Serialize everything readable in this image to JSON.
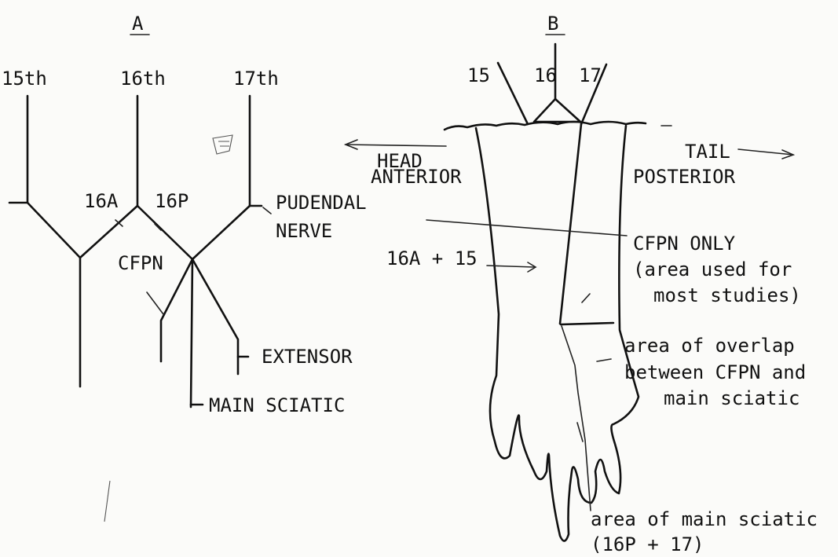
{
  "panel_a": {
    "title": "A",
    "nerves": [
      "15th",
      "16th",
      "17th"
    ],
    "labels": {
      "n16a": "16A",
      "n16p": "16P",
      "pudendal_1": "PUDENDAL",
      "pudendal_2": "NERVE",
      "cfpn": "CFPN",
      "extensor": "EXTENSOR",
      "main_sciatic": "MAIN SCIATIC"
    }
  },
  "panel_b": {
    "title": "B",
    "nerves": [
      "15",
      "16",
      "17"
    ],
    "labels": {
      "head": "HEAD",
      "tail": "TAIL",
      "anterior": "ANTERIOR",
      "posterior": "POSTERIOR",
      "zone_16a15": "16A + 15",
      "cfpn_only": [
        "CFPN ONLY",
        "(area used for",
        "most studies)"
      ],
      "overlap": [
        "area of overlap",
        "between CFPN and",
        "main sciatic"
      ],
      "main_area": [
        "area of main sciatic",
        "(16P + 17)"
      ]
    }
  }
}
